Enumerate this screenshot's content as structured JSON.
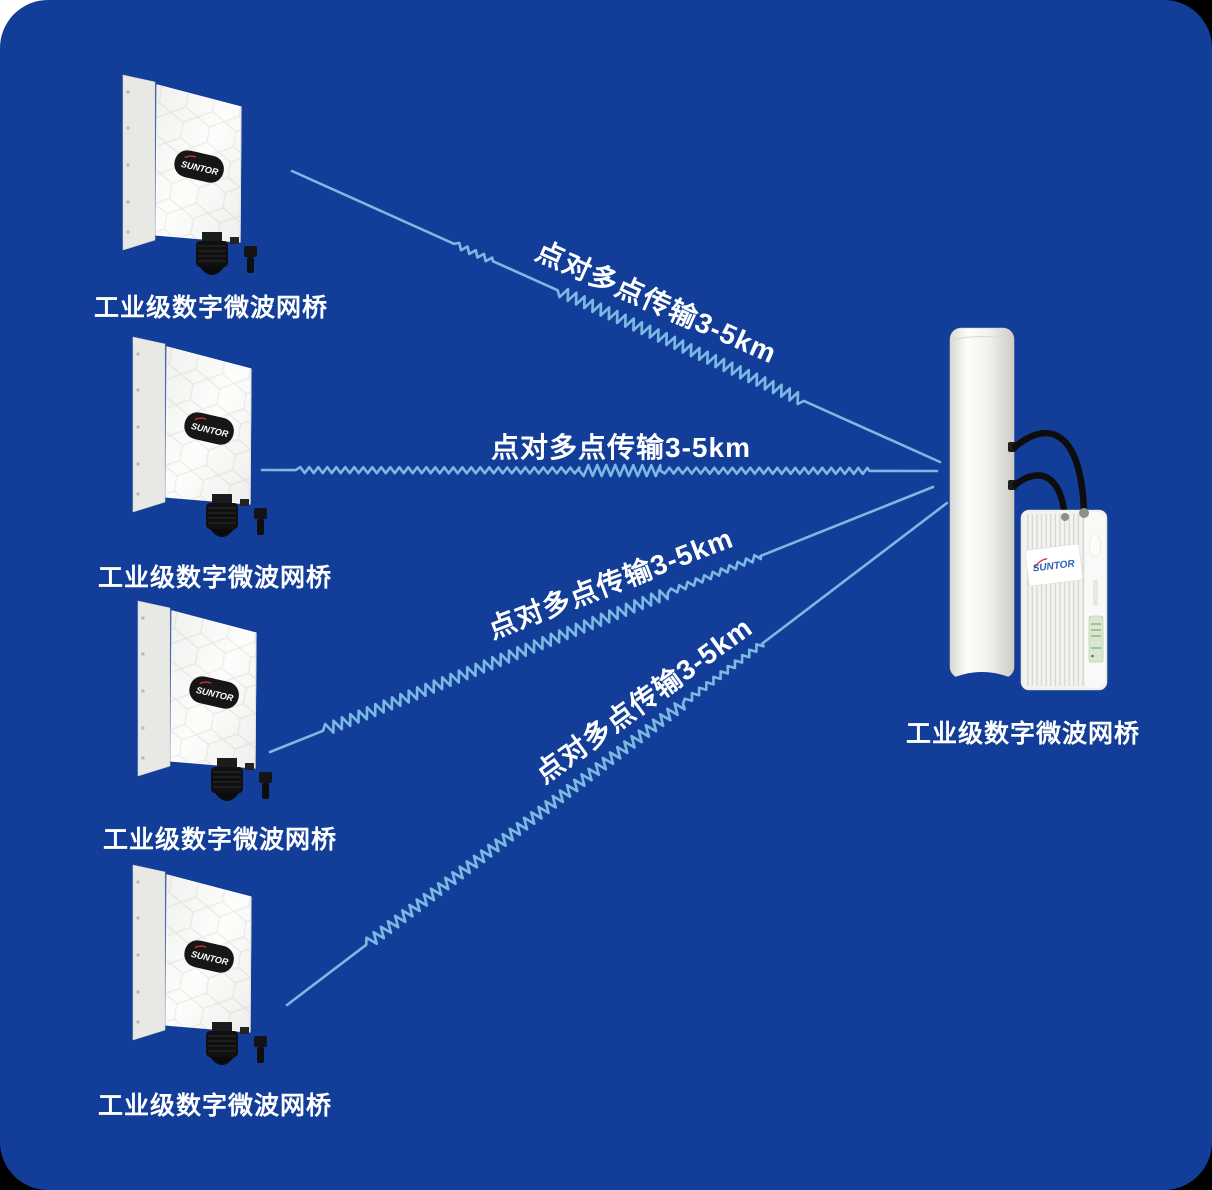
{
  "canvas": {
    "background_color": "#123d98",
    "line_color": "#7cb9e2"
  },
  "left_devices": [
    {
      "label": "工业级数字微波网桥",
      "logo": "SUNTOR"
    },
    {
      "label": "工业级数字微波网桥",
      "logo": "SUNTOR"
    },
    {
      "label": "工业级数字微波网桥",
      "logo": "SUNTOR"
    },
    {
      "label": "工业级数字微波网桥",
      "logo": "SUNTOR"
    }
  ],
  "right_device": {
    "label": "工业级数字微波网桥",
    "logo": "SUNTOR"
  },
  "links": [
    {
      "label": "点对多点传输3-5km"
    },
    {
      "label": "点对多点传输3-5km"
    },
    {
      "label": "点对多点传输3-5km"
    },
    {
      "label": "点对多点传输3-5km"
    }
  ]
}
